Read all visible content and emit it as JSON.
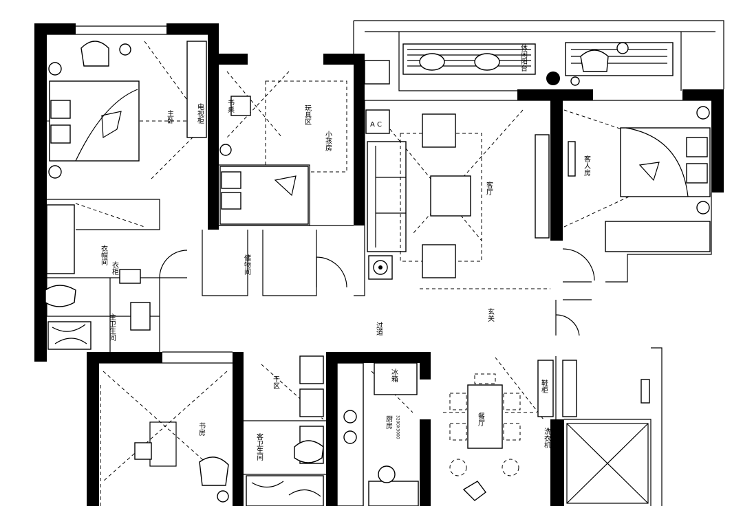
{
  "plan": {
    "rooms": {
      "master_bedroom": "主卧",
      "master_closet": "衣帽间",
      "wardrobe_label": "衣柜",
      "master_bath": "主卫生间",
      "kids_room": "小孩房",
      "desk_label": "书桌",
      "play_area": "玩具区",
      "laundry_balcony": "休闲阳台",
      "living_room": "客厅",
      "guest_bedroom": "客人房",
      "hall_closet": "储物间",
      "entrance": "玄关",
      "corridor": "过道",
      "study": "书房",
      "dry_area": "干区",
      "guest_bath": "客卫生间",
      "kitchen": "厨房",
      "kitchen_dim": "3200X3000",
      "fridge": "冰箱",
      "dining_room": "餐厅",
      "shoe_cabinet": "鞋柜",
      "washer": "洗衣机",
      "ac_label": "A C",
      "tv_label": "电视柜"
    }
  }
}
